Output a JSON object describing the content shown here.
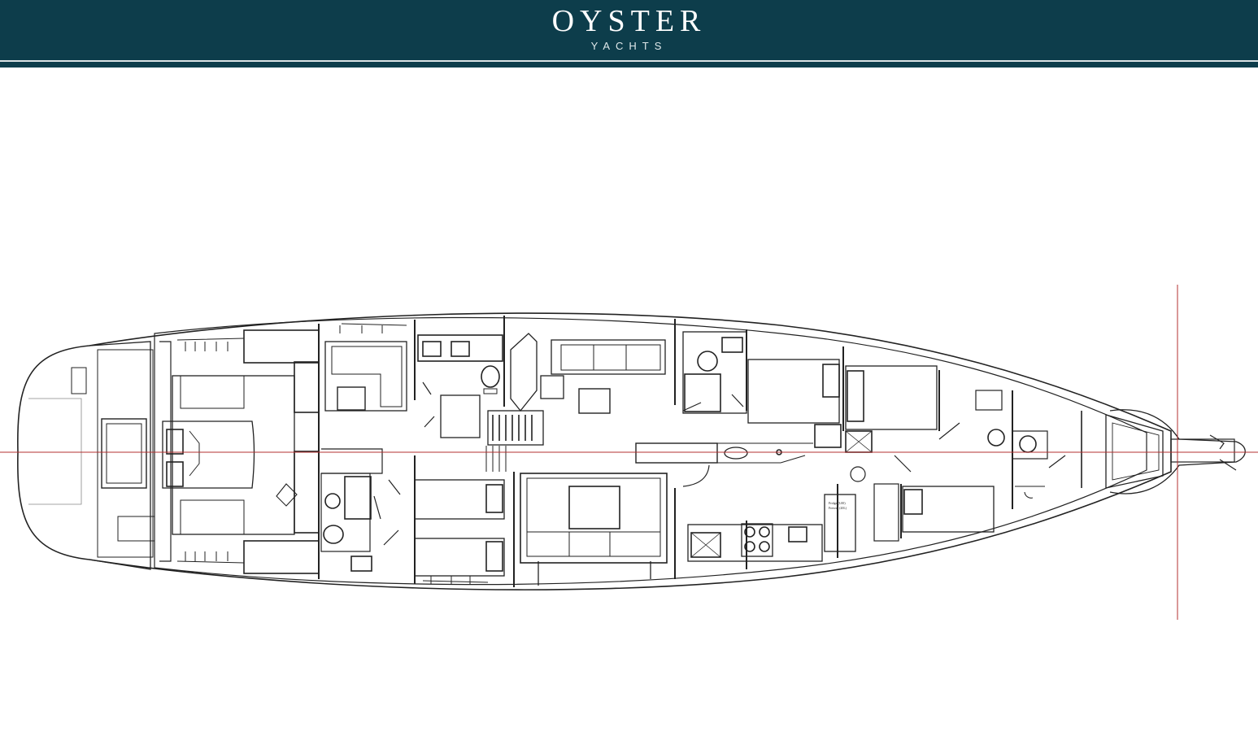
{
  "header": {
    "brand": "OYSTER",
    "brand_sub": "YACHTS",
    "background_color": "#0d3d4b"
  },
  "plan": {
    "fridge_label_1": "Fridge (L00)",
    "fridge_label_2": "Freezer (20L)",
    "centerline_color": "#b33030",
    "line_color": "#222222"
  }
}
